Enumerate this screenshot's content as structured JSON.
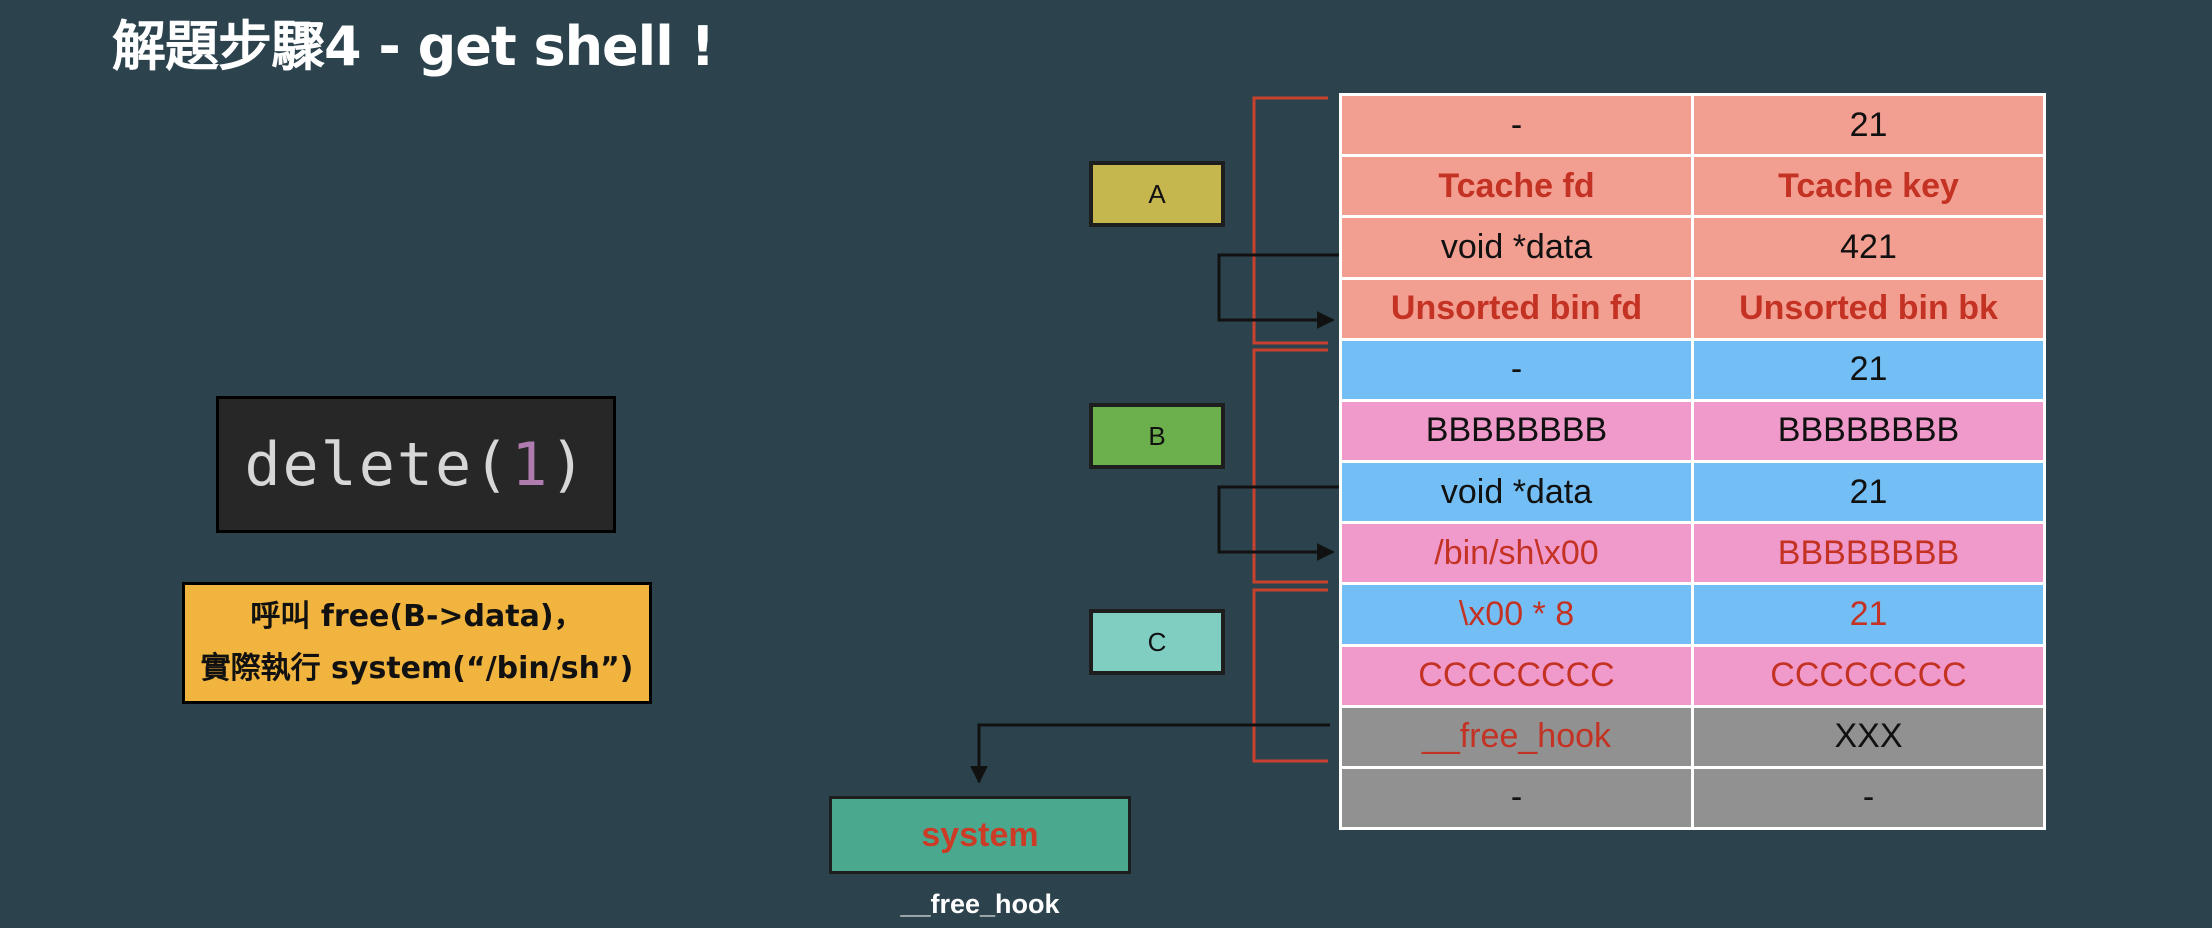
{
  "title": "解題步驟4 - get shell !",
  "code": {
    "func": "delete(",
    "arg": "1",
    "close": ")"
  },
  "note": {
    "line1": "呼叫 free(B->data)，",
    "line2": "實際執行 system(“/bin/sh”)"
  },
  "chunks": [
    {
      "label": "A",
      "color": "#c5b74e"
    },
    {
      "label": "B",
      "color": "#6cb04d"
    },
    {
      "label": "C",
      "color": "#80cdc2"
    }
  ],
  "system_box": {
    "label": "system",
    "caption": "__free_hook"
  },
  "memory_rows": [
    {
      "left": "-",
      "right": "21",
      "bg": "salmon",
      "red": false,
      "bold": false
    },
    {
      "left": "Tcache fd",
      "right": "Tcache key",
      "bg": "salmon",
      "red": true,
      "bold": true
    },
    {
      "left": "void *data",
      "right": "421",
      "bg": "salmon",
      "red": false,
      "bold": false
    },
    {
      "left": "Unsorted bin fd",
      "right": "Unsorted bin bk",
      "bg": "salmon",
      "red": true,
      "bold": true
    },
    {
      "left": "-",
      "right": "21",
      "bg": "blue",
      "red": false,
      "bold": false
    },
    {
      "left": "BBBBBBBB",
      "right": "BBBBBBBB",
      "bg": "pink",
      "red": false,
      "bold": false
    },
    {
      "left": "void *data",
      "right": "21",
      "bg": "blue",
      "red": false,
      "bold": false
    },
    {
      "left": "/bin/sh\\x00",
      "right": "BBBBBBBB",
      "bg": "pink",
      "red": true,
      "bold": false
    },
    {
      "left": "\\x00 * 8",
      "right": "21",
      "bg": "blue",
      "red": true,
      "bold": false
    },
    {
      "left": "CCCCCCCC",
      "right": "CCCCCCCC",
      "bg": "pink",
      "red": true,
      "bold": false
    },
    {
      "left": "__free_hook",
      "right": "XXX",
      "bg": "gray",
      "red": true,
      "bold": false,
      "rightRed": false
    },
    {
      "left": "-",
      "right": "-",
      "bg": "gray",
      "red": false,
      "bold": false
    }
  ],
  "colors": {
    "background": "#2c434e",
    "bracket": "#c9402e",
    "arrow": "#111111"
  }
}
